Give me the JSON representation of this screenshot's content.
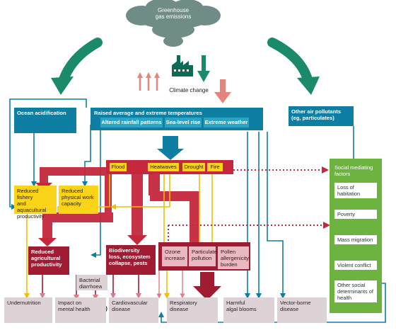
{
  "emissions": "Greenhouse\ngas emissions",
  "climate_change": "Climate change",
  "drivers": {
    "ocean": "Ocean acidification",
    "temps": "Raised average and extreme temperatures",
    "rainfall": "Altered rainfall patterns",
    "sealevel": "Sea-level rise",
    "weather": "Extreme weather",
    "air": "Other air pollutants\n(eg, particulates)"
  },
  "events": [
    "Flood",
    "Heatwaves",
    "Drought",
    "Fire"
  ],
  "intermediate": {
    "fishery": "Reduced fishery\nand aquacultural\nproductivity",
    "work": "Reduced\nphysical work\ncapacity",
    "agri": "Reduced\nagricultural\nproductivity",
    "biodiversity": "Biodiversity\nloss, ecosystem\ncollapse, pests",
    "bacterial": "Bacterial\ndiarrhoea",
    "ozone": "Ozone\nincrease",
    "particulate": "Particulate\npollution",
    "pollen": "Pollen\nallergenicity\nburden"
  },
  "social": {
    "title": "Social mediating\nfactors",
    "items": [
      "Loss of habitation",
      "Poverty",
      "Mass migration",
      "Violent conflict",
      "Other social\ndeterminants of\nhealth"
    ]
  },
  "health": [
    "Undernutrition",
    "Impact on\nmental health",
    "Cardiovascular\ndisease",
    "Respiratory\ndisease",
    "Harmful\nalgal blooms",
    "Vector-borne\ndisease"
  ],
  "colors": {
    "blue": "#0e7fa3",
    "lightblue": "#2aa4c4",
    "green": "#1a8a6a",
    "red": "#c5283d",
    "darkred": "#9f1c33",
    "yellow": "#fbd319",
    "panelgreen": "#6cb33f",
    "health": "#ddd2d6"
  }
}
